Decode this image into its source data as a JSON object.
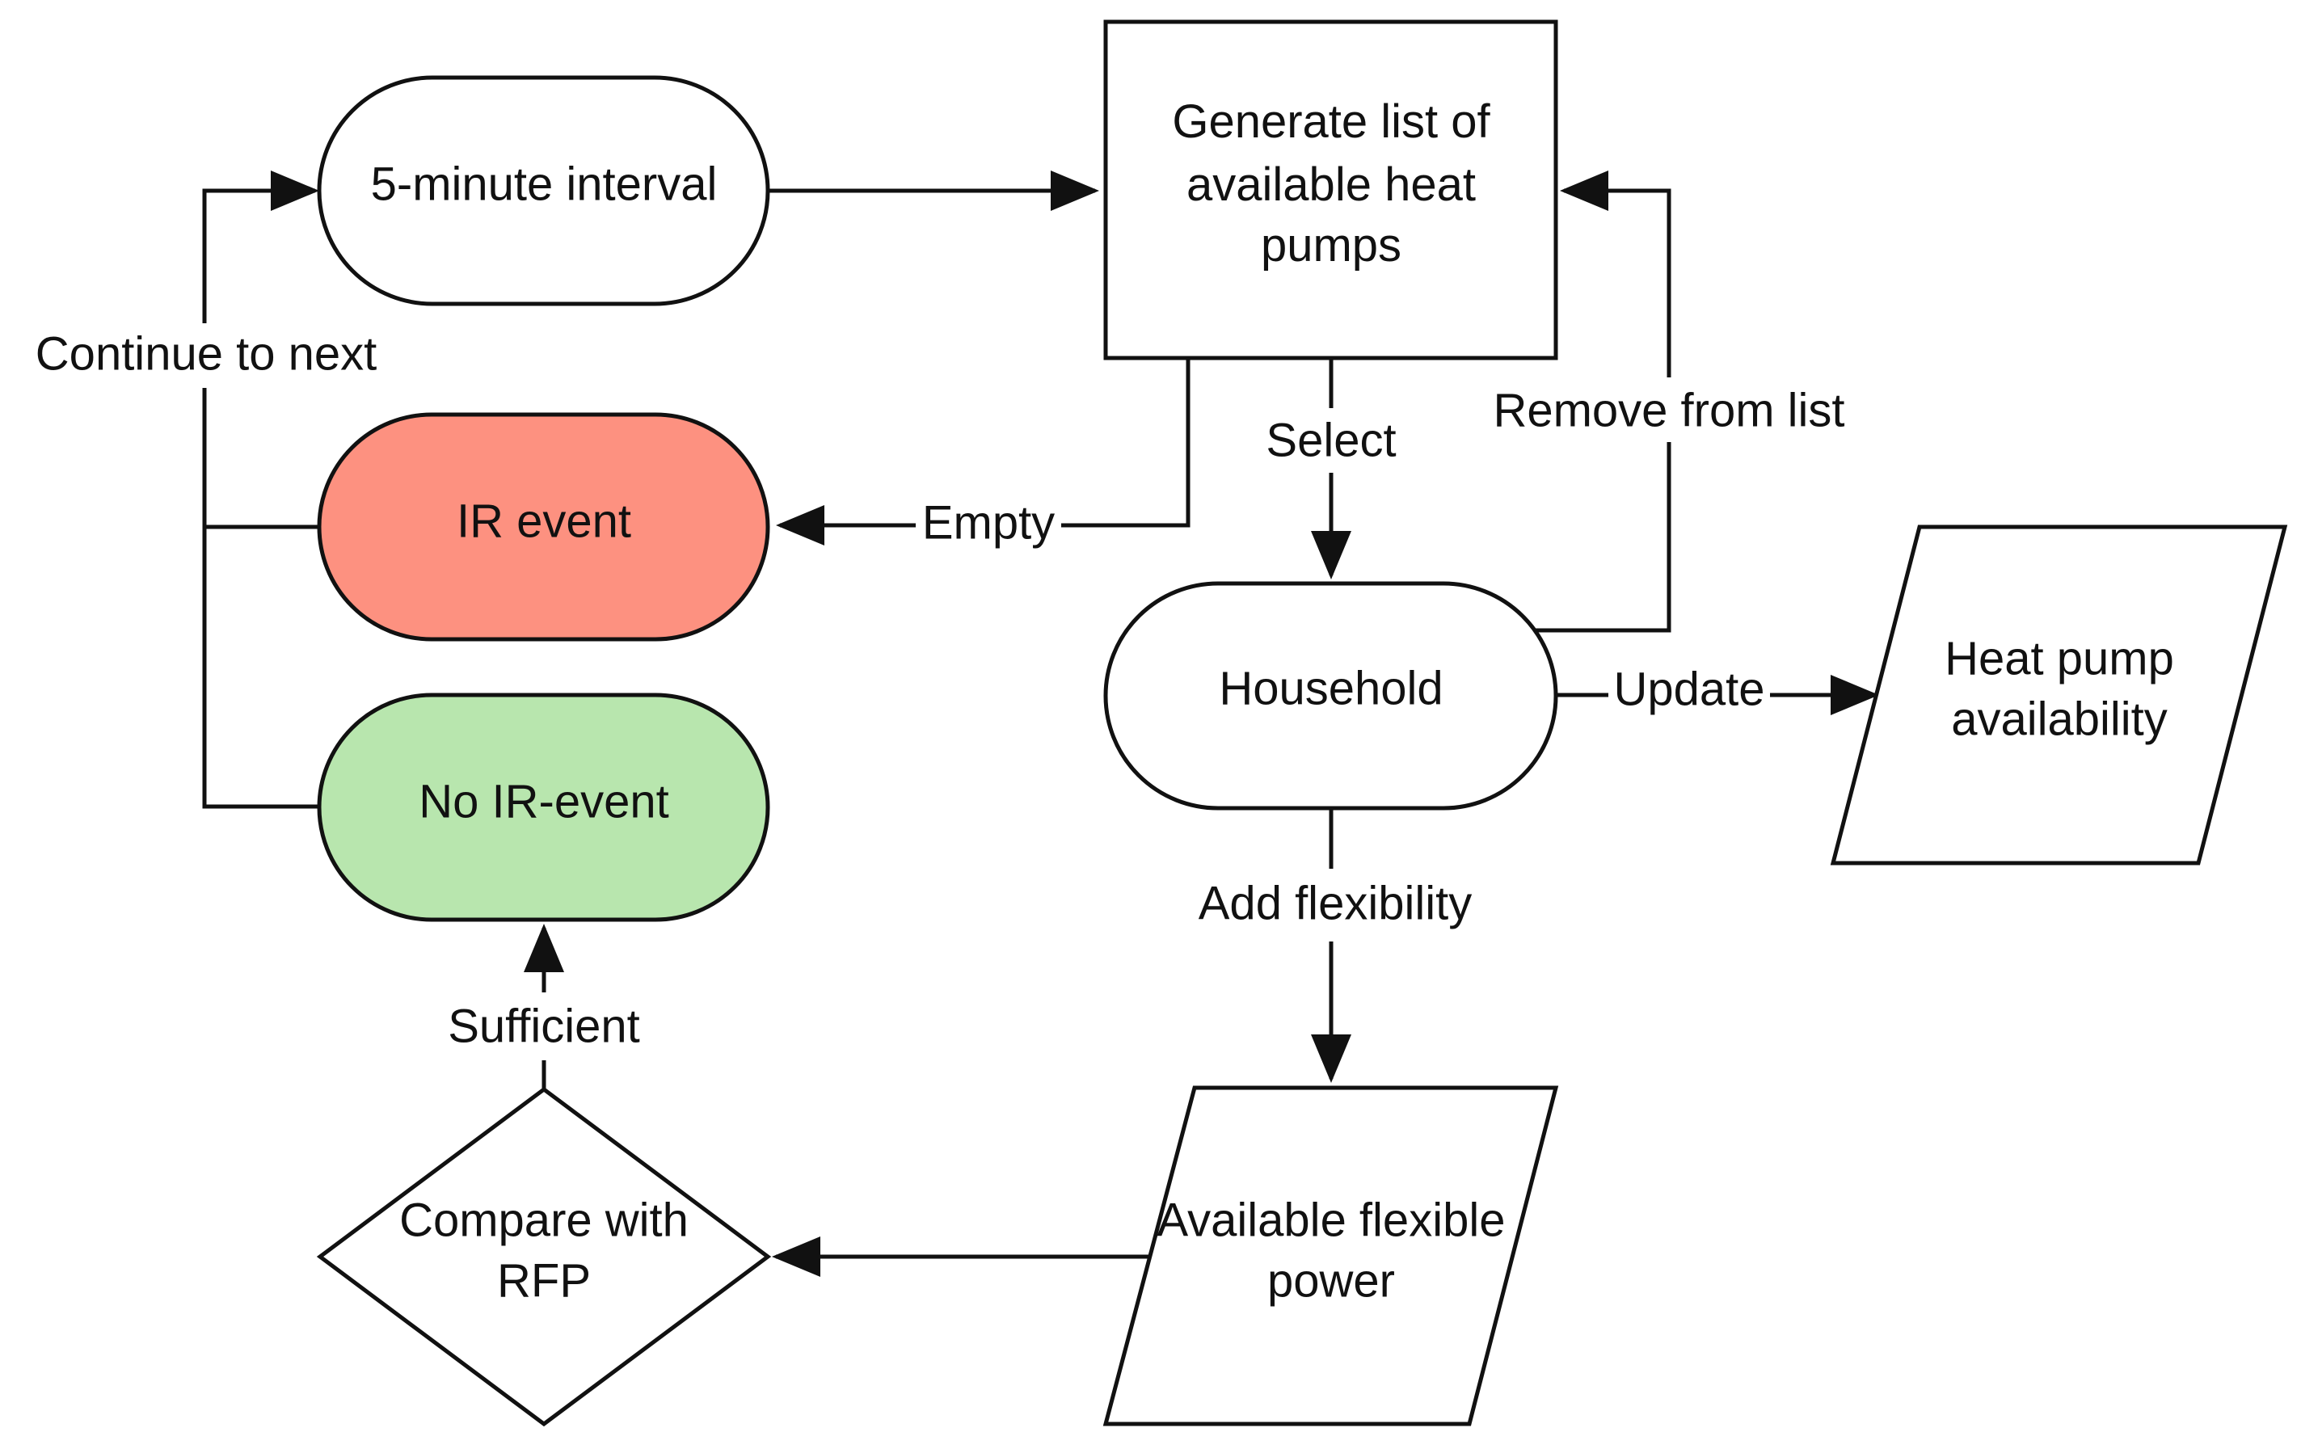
{
  "diagram": {
    "nodes": {
      "interval": {
        "label": "5-minute interval",
        "shape": "terminator",
        "fill": "#ffffff"
      },
      "generate_list": {
        "label": [
          "Generate list of",
          "available heat",
          "pumps"
        ],
        "shape": "process",
        "fill": "#ffffff"
      },
      "ir_event": {
        "label": "IR event",
        "shape": "terminator",
        "fill": "#fd9180"
      },
      "no_ir_event": {
        "label": "No IR-event",
        "shape": "terminator",
        "fill": "#b8e6ae"
      },
      "household": {
        "label": "Household",
        "shape": "terminator",
        "fill": "#ffffff"
      },
      "heat_pump_availability": {
        "label": [
          "Heat pump",
          "availability"
        ],
        "shape": "data",
        "fill": "#ffffff"
      },
      "available_flexible_power": {
        "label": [
          "Available flexible",
          "power"
        ],
        "shape": "data",
        "fill": "#ffffff"
      },
      "compare_rfp": {
        "label": [
          "Compare with",
          "RFP"
        ],
        "shape": "decision",
        "fill": "#ffffff"
      }
    },
    "edges": {
      "continue_to_next": "Continue to next",
      "empty": "Empty",
      "select": "Select",
      "remove_from_list": "Remove from list",
      "update": "Update",
      "add_flexibility": "Add flexibility",
      "sufficient": "Sufficient"
    },
    "colors": {
      "stroke": "#111111",
      "ir_event": "#fd9180",
      "no_ir_event": "#b8e6ae"
    }
  }
}
